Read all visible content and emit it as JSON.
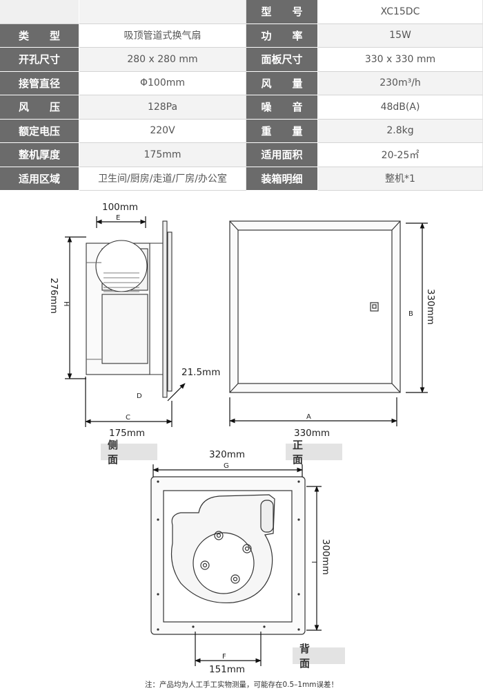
{
  "specs": {
    "rows": [
      {
        "l1": "",
        "v1": "",
        "l2": "型　　号",
        "v2": "XC15DC"
      },
      {
        "l1": "类　　型",
        "v1": "吸顶管道式换气扇",
        "l2": "功　　率",
        "v2": "15W"
      },
      {
        "l1": "开孔尺寸",
        "v1": "280 x 280 mm",
        "l2": "面板尺寸",
        "v2": "330 x 330 mm"
      },
      {
        "l1": "接管直径",
        "v1": "Φ100mm",
        "l2": "风　　量",
        "v2": "230m³/h"
      },
      {
        "l1": "风　　压",
        "v1": "128Pa",
        "l2": "噪　　音",
        "v2": "48dB(A)"
      },
      {
        "l1": "额定电压",
        "v1": "220V",
        "l2": "重　　量",
        "v2": "2.8kg"
      },
      {
        "l1": "整机厚度",
        "v1": "175mm",
        "l2": "适用面积",
        "v2": "20-25㎡"
      },
      {
        "l1": "适用区域",
        "v1": "卫生间/厨房/走道/厂房/办公室",
        "l2": "装箱明细",
        "v2": "整机*1"
      }
    ]
  },
  "side_view": {
    "label": "侧　面",
    "dims": {
      "E": "100mm",
      "H": "276mm",
      "D": "21.5mm",
      "C": "175mm"
    },
    "letters": {
      "E": "E",
      "H": "H",
      "D": "D",
      "C": "C"
    }
  },
  "front_view": {
    "label": "正　面",
    "dims": {
      "A": "330mm",
      "B": "330mm"
    },
    "letters": {
      "A": "A",
      "B": "B"
    }
  },
  "back_view": {
    "label": "背　面",
    "dims": {
      "G": "320mm",
      "I": "300mm",
      "F": "151mm"
    },
    "letters": {
      "G": "G",
      "I": "I",
      "F": "F"
    }
  },
  "footnote": "注：产品均为人工手工实物测量，可能存在0.5–1mm误差！"
}
